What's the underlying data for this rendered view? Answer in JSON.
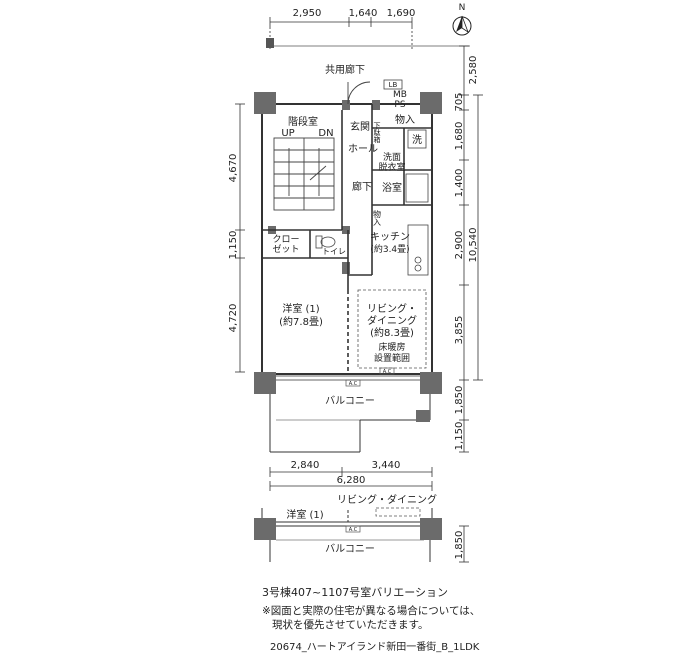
{
  "compass": {
    "label": "N"
  },
  "dimensions": {
    "top": [
      "2,950",
      "1,640",
      "1,690"
    ],
    "right": [
      "2,580",
      "705",
      "1,680",
      "1,400",
      "2,900",
      "3,855",
      "1,850",
      "1,150"
    ],
    "right_total": "10,540",
    "left": [
      "4,670",
      "1,150",
      "4,720"
    ],
    "bottom": [
      "2,840",
      "3,440"
    ],
    "bottom_total": "6,280",
    "variation_right": "1,850"
  },
  "rooms": {
    "common_corridor": "共用廊下",
    "stairwell": "階段室",
    "up": "UP",
    "dn": "DN",
    "entrance": "玄関",
    "hall": "ホール",
    "shoe_storage": "下駄箱",
    "storage_top": "物入",
    "wash": "洗",
    "washroom_l1": "洗面",
    "washroom_l2": "脱衣室",
    "bath": "浴室",
    "corridor": "廊下",
    "storage_mid": "物入",
    "closet_l1": "クロー",
    "closet_l2": "ゼット",
    "toilet": "トイレ",
    "kitchen_l1": "キッチン",
    "kitchen_l2": "(約3.4畳)",
    "western_l1": "洋室 (1)",
    "western_l2": "(約7.8畳)",
    "living_l1": "リビング・",
    "living_l2": "ダイニング",
    "living_l3": "(約8.3畳)",
    "floor_heat_l1": "床暖房",
    "floor_heat_l2": "設置範囲",
    "balcony": "バルコニー",
    "mb": "MB",
    "ps": "PS",
    "lb": "LB",
    "ac": "A.C"
  },
  "variation": {
    "living": "リビング・ダイニング",
    "western": "洋室 (1)",
    "balcony": "バルコニー"
  },
  "notes": {
    "variation_caption": "3号棟407~1107号室バリエーション",
    "disclaimer_l1": "※図面と実際の住宅が異なる場合については、",
    "disclaimer_l2": "現状を優先させていただきます。",
    "footer": "20674_ハートアイランド新田一番街_B_1LDK"
  }
}
